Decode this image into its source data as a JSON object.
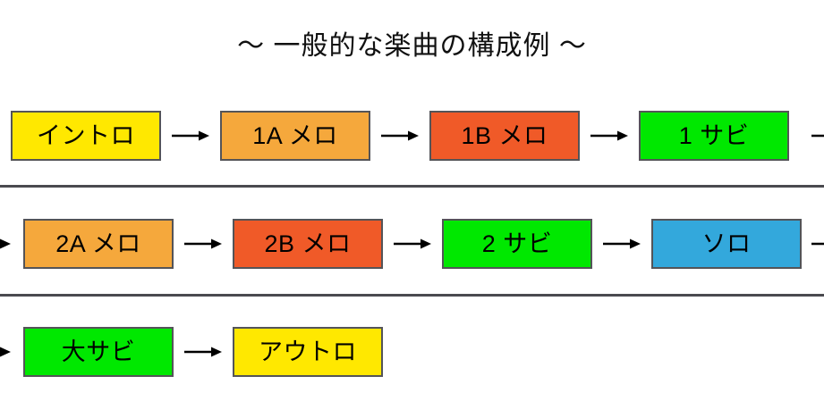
{
  "diagram": {
    "title": "〜 一般的な楽曲の構成例 〜",
    "arrow_glyph": "→",
    "colors": {
      "yellow": "#FFE800",
      "orange": "#F5A83C",
      "orange_red": "#F05A28",
      "green": "#00E800",
      "blue": "#33A8DC",
      "border": "#545458",
      "divider": "#4A4A4F",
      "background": "#FFFFFF",
      "text": "#000000"
    },
    "rows": [
      {
        "continues_from_previous": false,
        "continues_to_next": true,
        "nodes": [
          {
            "label": "イントロ",
            "color": "#FFE800",
            "width": 168
          },
          {
            "label": "1A メロ",
            "color": "#F5A83C",
            "width": 168
          },
          {
            "label": "1B メロ",
            "color": "#F05A28",
            "width": 168
          },
          {
            "label": "1 サビ",
            "color": "#00E800",
            "width": 168
          }
        ]
      },
      {
        "continues_from_previous": true,
        "continues_to_next": true,
        "nodes": [
          {
            "label": "2A メロ",
            "color": "#F5A83C",
            "width": 168
          },
          {
            "label": "2B メロ",
            "color": "#F05A28",
            "width": 168
          },
          {
            "label": "2 サビ",
            "color": "#00E800",
            "width": 168
          },
          {
            "label": "ソロ",
            "color": "#33A8DC",
            "width": 168
          }
        ]
      },
      {
        "continues_from_previous": true,
        "continues_to_next": false,
        "nodes": [
          {
            "label": "大サビ",
            "color": "#00E800",
            "width": 168
          },
          {
            "label": "アウトロ",
            "color": "#FFE800",
            "width": 168
          }
        ]
      }
    ]
  }
}
